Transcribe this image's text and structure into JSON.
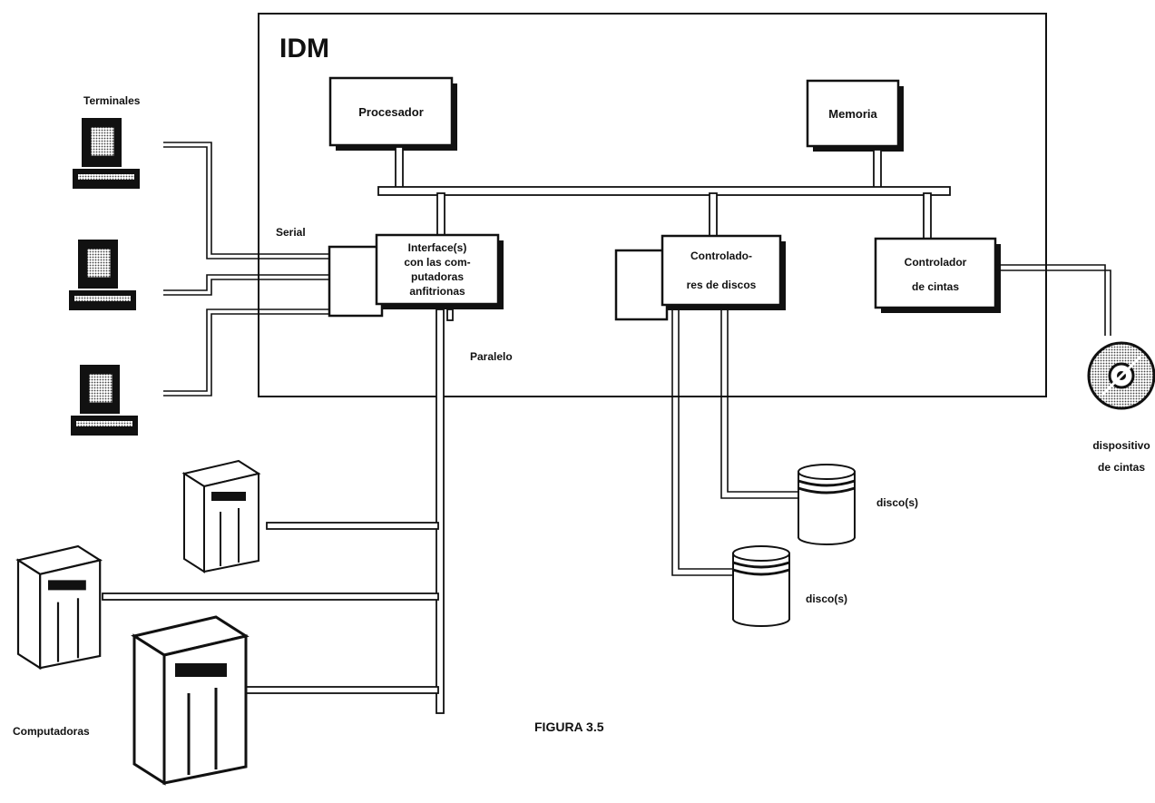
{
  "system": {
    "title": "IDM"
  },
  "components": {
    "processor": "Procesador",
    "memory": "Memoria",
    "interface": [
      "Interface(s)",
      "con las com-",
      "putadoras",
      "anfitrionas"
    ],
    "disk_controller": [
      "Controlado-",
      "res de discos"
    ],
    "tape_controller": [
      "Controlador",
      "de cintas"
    ]
  },
  "connections": {
    "serial": "Serial",
    "parallel": "Paralelo"
  },
  "devices": {
    "terminals": "Terminales",
    "computers": "Computadoras",
    "disk_1": "disco(s)",
    "disk_2": "disco(s)",
    "tape_device": [
      "dispositivo",
      "de cintas"
    ]
  },
  "caption": "FIGURA 3.5"
}
